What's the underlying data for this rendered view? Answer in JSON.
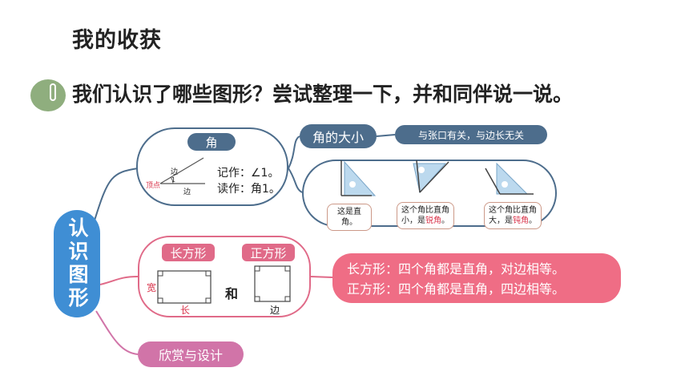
{
  "title": "我的收获",
  "prompt": "我们认识了哪些图形？尝试整理一下，并和同伴说一说。",
  "center_node": "认识图形",
  "angle_section": {
    "label": "角",
    "vertex_label": "顶点",
    "side_label_top": "边",
    "side_label_bottom": "边",
    "angle_mark": "1",
    "notation": "记作：∠1。",
    "reading": "读作：角1。"
  },
  "angle_size": {
    "label": "角的大小",
    "relation": "与张口有关，与边长无关",
    "captions": [
      {
        "line1": "这是直角。",
        "line2": "",
        "highlight": ""
      },
      {
        "line1": "这个角比直角",
        "line2": "小，是",
        "highlight": "锐角",
        "end": "。"
      },
      {
        "line1": "这个角比直角",
        "line2": "大，是",
        "highlight": "钝角",
        "end": "。"
      }
    ]
  },
  "shapes": {
    "rectangle_label": "长方形",
    "square_label": "正方形",
    "and_text": "和",
    "rect_width_label": "宽",
    "rect_length_label": "长",
    "square_side_label": "边",
    "rectangle_fact": "长方形：四个角都是直角，对边相等。",
    "square_fact": "正方形：四个角都是直角，四边相等。"
  },
  "design_label": "欣赏与设计",
  "colors": {
    "blue_node": "#3f8ed4",
    "slate": "#4d6d8c",
    "pink": "#e06a88",
    "pink_fact": "#ef6d85",
    "purple": "#d174a8"
  }
}
